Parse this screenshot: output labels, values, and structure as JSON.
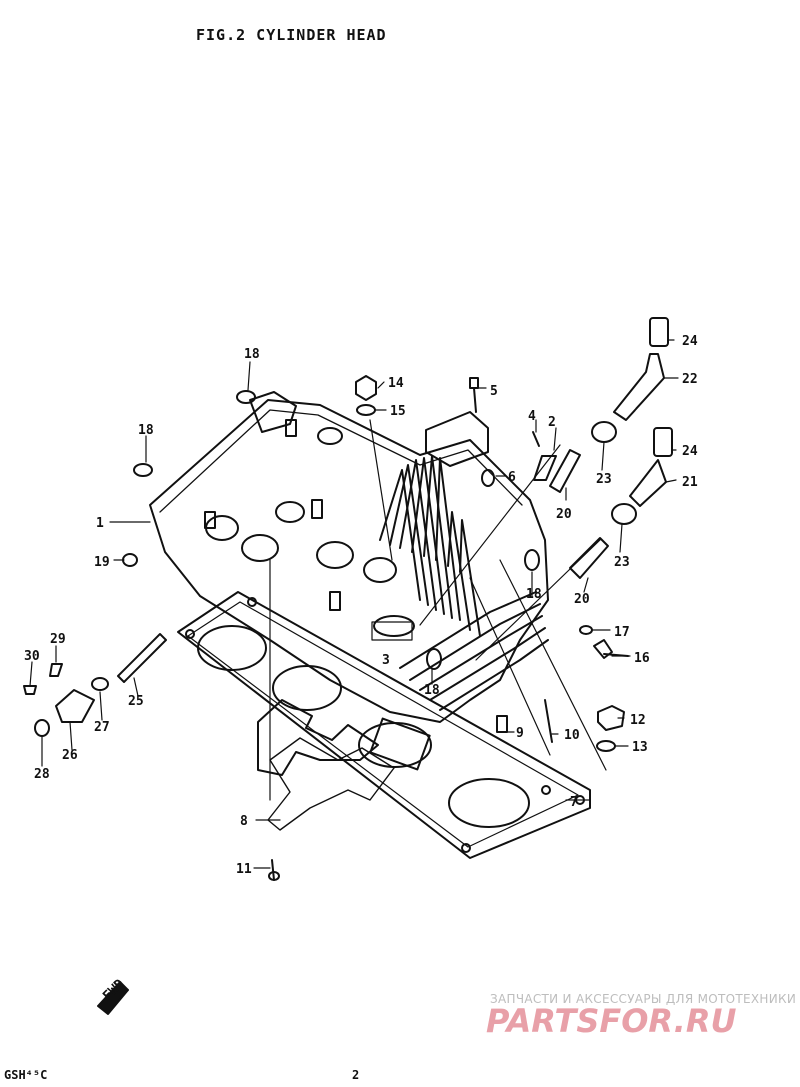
{
  "title": "FIG.2  CYLINDER HEAD",
  "footer_code": "GSH⁴⁵C",
  "page_number": "2",
  "watermark": {
    "caption": "ЗАПЧАСТИ И АКСЕССУАРЫ ДЛЯ МОТОТЕХНИКИ",
    "logo_text": "PARTSFOR.RU",
    "logo_color": "#e8a0a8"
  },
  "front_marker": "FWD",
  "callouts": [
    {
      "id": "c1",
      "label": "1"
    },
    {
      "id": "c2",
      "label": "2"
    },
    {
      "id": "c3",
      "label": "3"
    },
    {
      "id": "c4",
      "label": "4"
    },
    {
      "id": "c5",
      "label": "5"
    },
    {
      "id": "c6",
      "label": "6"
    },
    {
      "id": "c7",
      "label": "7"
    },
    {
      "id": "c8",
      "label": "8"
    },
    {
      "id": "c9",
      "label": "9"
    },
    {
      "id": "c10",
      "label": "10"
    },
    {
      "id": "c11",
      "label": "11"
    },
    {
      "id": "c12",
      "label": "12"
    },
    {
      "id": "c13",
      "label": "13"
    },
    {
      "id": "c14",
      "label": "14"
    },
    {
      "id": "c15",
      "label": "15"
    },
    {
      "id": "c16",
      "label": "16"
    },
    {
      "id": "c17",
      "label": "17"
    },
    {
      "id": "c18a",
      "label": "18"
    },
    {
      "id": "c18b",
      "label": "18"
    },
    {
      "id": "c18c",
      "label": "18"
    },
    {
      "id": "c18d",
      "label": "18"
    },
    {
      "id": "c19",
      "label": "19"
    },
    {
      "id": "c20a",
      "label": "20"
    },
    {
      "id": "c20b",
      "label": "20"
    },
    {
      "id": "c21",
      "label": "21"
    },
    {
      "id": "c22",
      "label": "22"
    },
    {
      "id": "c23a",
      "label": "23"
    },
    {
      "id": "c23b",
      "label": "23"
    },
    {
      "id": "c24a",
      "label": "24"
    },
    {
      "id": "c24b",
      "label": "24"
    },
    {
      "id": "c25",
      "label": "25"
    },
    {
      "id": "c26",
      "label": "26"
    },
    {
      "id": "c27",
      "label": "27"
    },
    {
      "id": "c28",
      "label": "28"
    },
    {
      "id": "c29",
      "label": "29"
    },
    {
      "id": "c30",
      "label": "30"
    }
  ]
}
